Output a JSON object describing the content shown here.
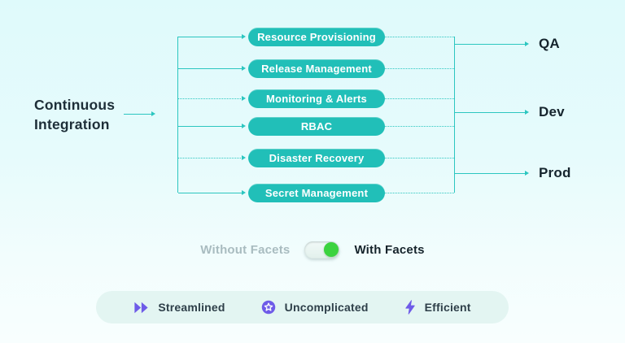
{
  "diagram": {
    "source_label": "Continuous Integration",
    "facets": [
      {
        "label": "Resource Provisioning"
      },
      {
        "label": "Release Management"
      },
      {
        "label": "Monitoring & Alerts"
      },
      {
        "label": "RBAC"
      },
      {
        "label": "Disaster Recovery"
      },
      {
        "label": "Secret Management"
      }
    ],
    "targets": [
      {
        "label": "QA"
      },
      {
        "label": "Dev"
      },
      {
        "label": "Prod"
      }
    ]
  },
  "toggle": {
    "off_label": "Without Facets",
    "on_label": "With Facets",
    "state": "on"
  },
  "features": [
    {
      "label": "Streamlined",
      "icon": "fast-forward-icon"
    },
    {
      "label": "Uncomplicated",
      "icon": "star-circle-icon"
    },
    {
      "label": "Efficient",
      "icon": "lightning-icon"
    }
  ],
  "colors": {
    "teal": "#21BFB8",
    "toggle_green": "#3BD33F",
    "icon_purple": "#6E5BE8",
    "background_top": "#DFFAFB",
    "dark_text": "#1D2E38",
    "muted_text": "#A9BCC0"
  }
}
